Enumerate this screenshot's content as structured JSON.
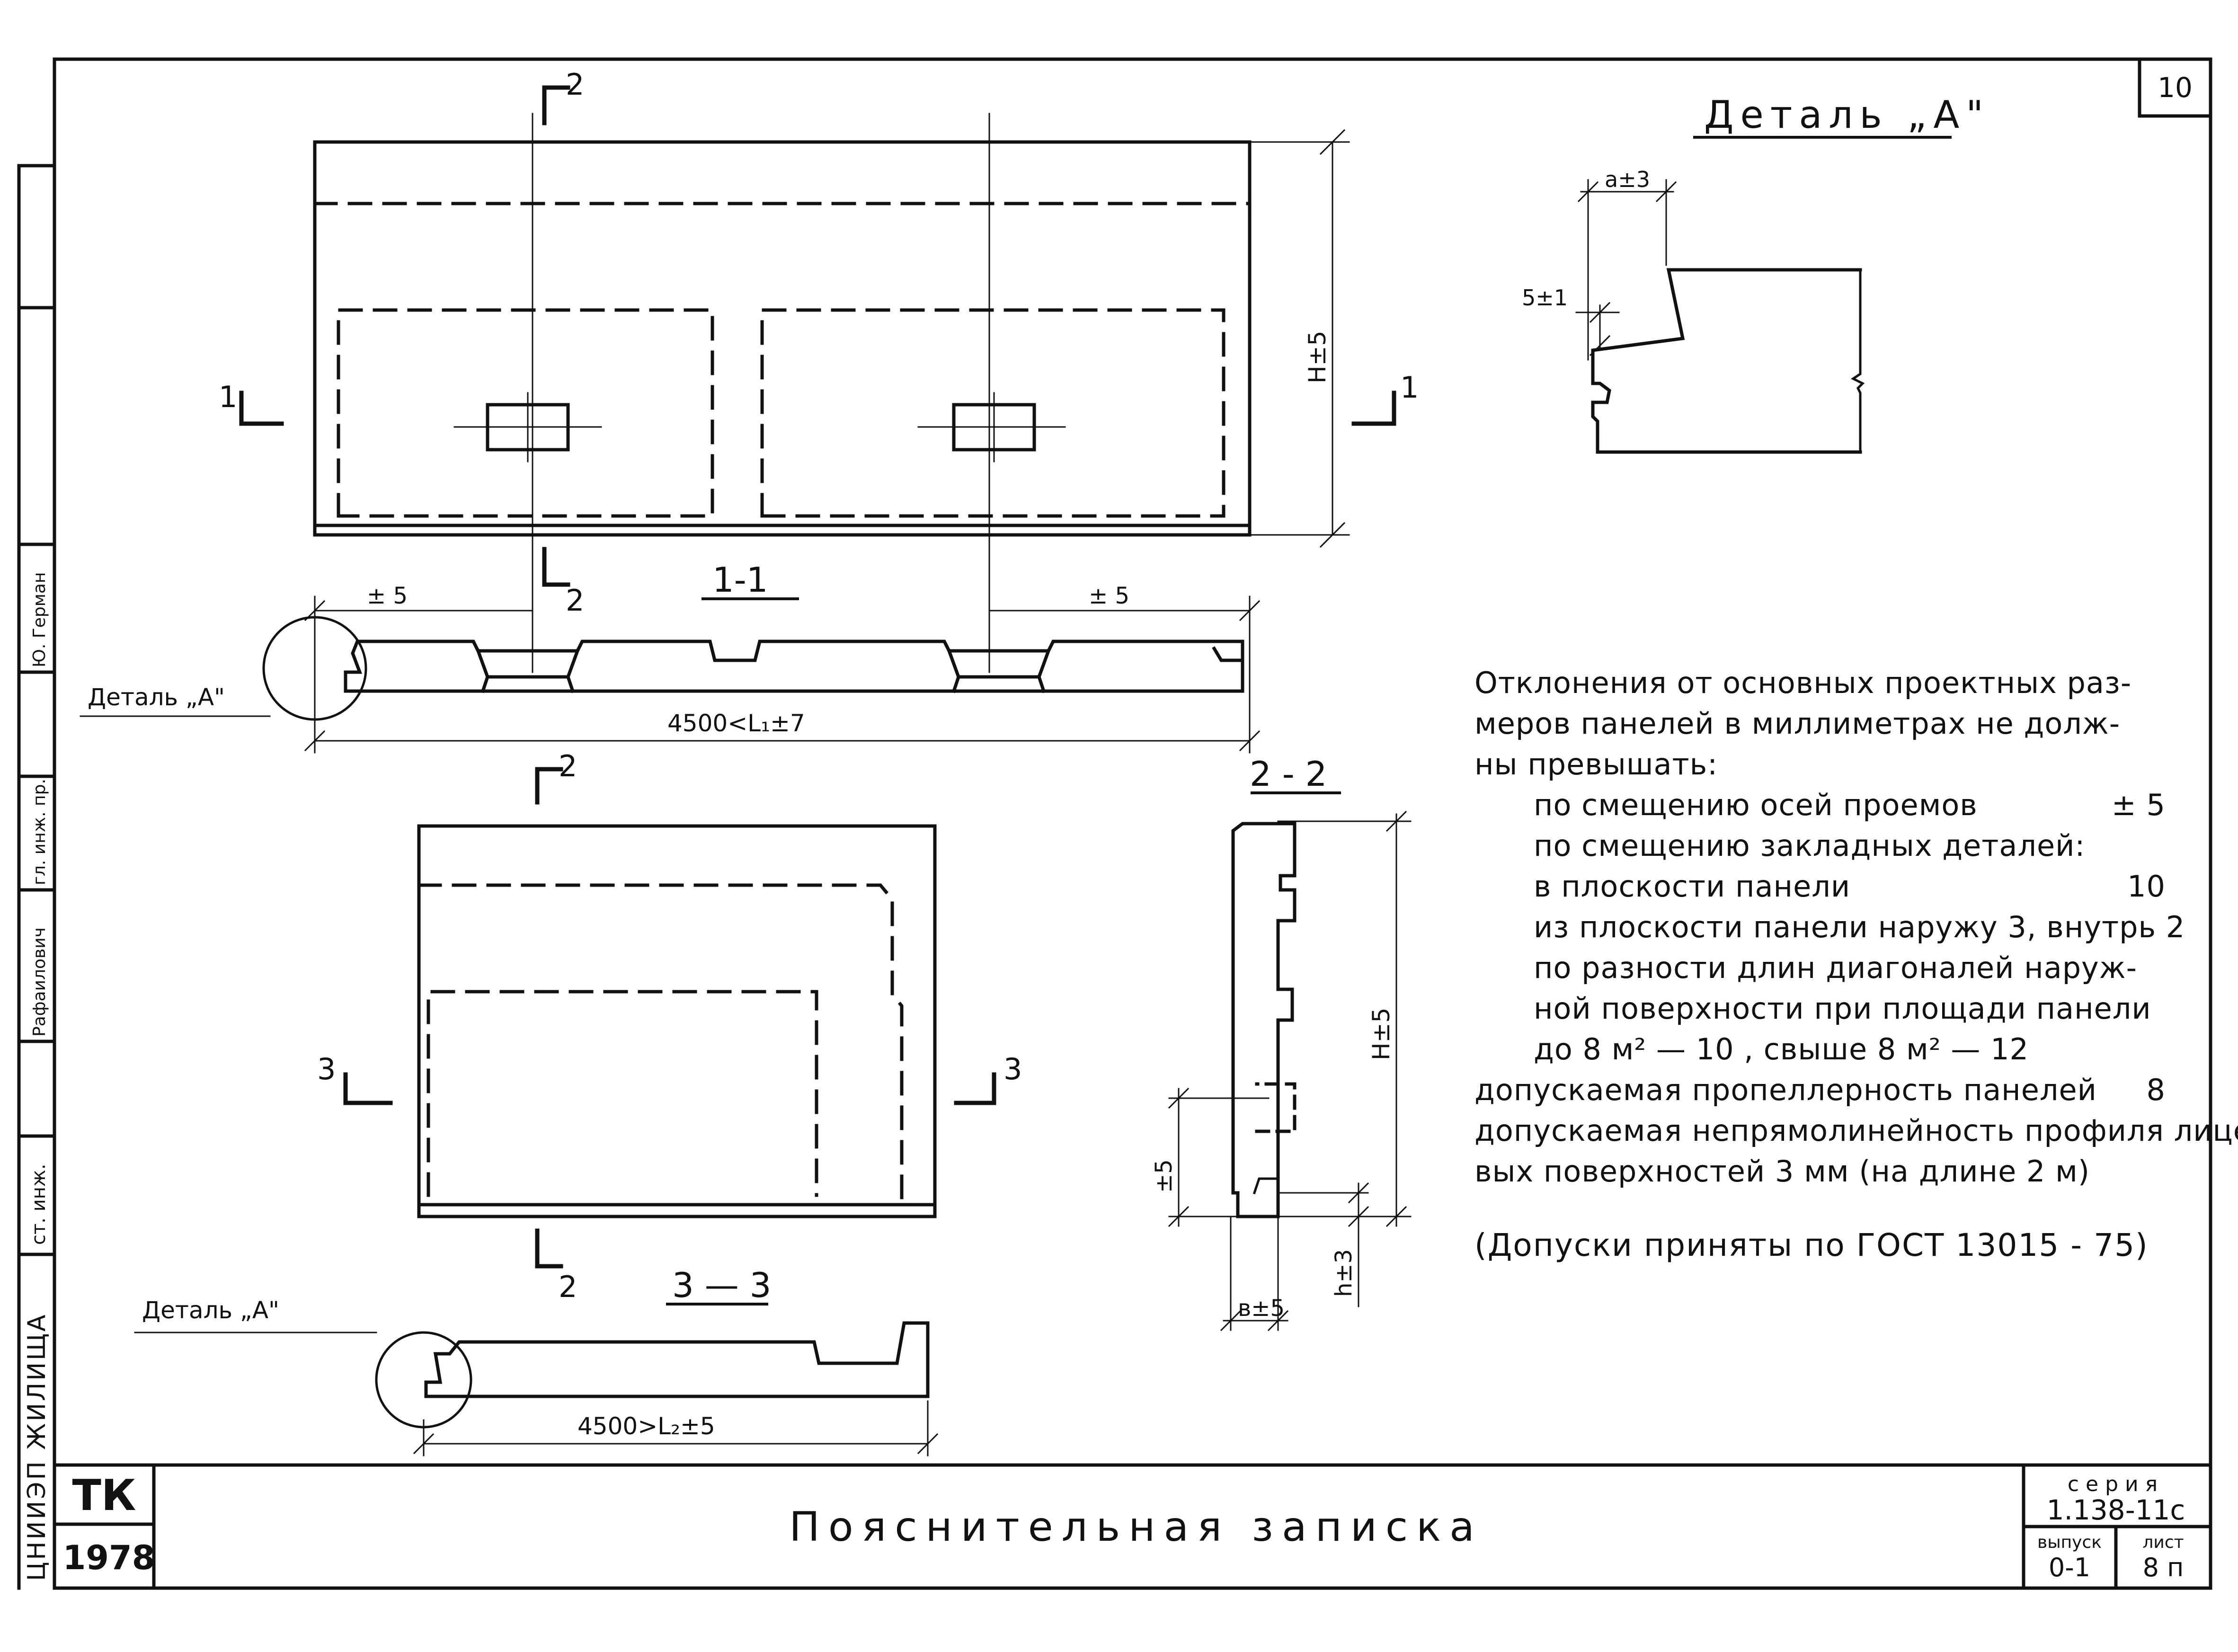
{
  "sheet": {
    "number": "10",
    "title": "Пояснительная записка",
    "tk": "ТК",
    "year": "1978",
    "series_label": "серия",
    "series": "1.138-11с",
    "issue_label": "выпуск",
    "issue": "0-1",
    "sheet_label": "лист",
    "sheet_no": "8 п"
  },
  "left_strip": {
    "org": "ЦНИИЭП ЖИЛИЩА",
    "roles": [
      "ст. инж.",
      "гл. инж. пр.",
      "Рафаилович",
      "Ю. Герман"
    ]
  },
  "detail_a": {
    "title": "Деталь „А\"",
    "dim_a": "a±3",
    "dim_5": "5±1"
  },
  "drawing_labels": {
    "sec_2_top": "2",
    "sec_2_bottom": "2",
    "sec_1_left": "1",
    "sec_1_right": "1",
    "dim_h": "H±5",
    "section_1_1": "1-1",
    "tol_left": "± 5",
    "tol_right": "± 5",
    "detail_ref_1": "Деталь „А\"",
    "length_1": "4500<L₁±7",
    "sec_2_top_b": "2",
    "sec_2_bottom_b": "2",
    "sec_3_left": "3",
    "sec_3_right": "3",
    "section_2_2": "2 - 2",
    "dim_h_2": "H±5",
    "tol_2": "±5",
    "dim_h_small": "h±3",
    "dim_b": "в±5",
    "section_3_3": "3 — 3",
    "detail_ref_2": "Деталь „А\"",
    "length_2": "4500>L₂±5"
  },
  "notes": {
    "intro": [
      "Отклонения от основных проектных раз-",
      "меров панелей в миллиметрах не долж-",
      "ны превышать:"
    ],
    "items": [
      {
        "text": "по смещению осей проемов",
        "value": "± 5",
        "indent": true
      },
      {
        "text": "по смещению закладных деталей:",
        "value": "",
        "indent": true
      },
      {
        "text": "в плоскости панели",
        "value": "10",
        "indent": true
      },
      {
        "text": "из плоскости панели наружу 3, внутрь 2",
        "value": "",
        "indent": true
      },
      {
        "text": "по разности длин диагоналей наруж-",
        "value": "",
        "indent": true
      },
      {
        "text": "ной поверхности при площади панели",
        "value": "",
        "indent": true
      },
      {
        "text": "до 8 м² — 10 , свыше 8 м² — 12",
        "value": "",
        "indent": true
      },
      {
        "text": "допускаемая пропеллерность панелей",
        "value": "8",
        "indent": false
      },
      {
        "text": "допускаемая непрямолинейность профиля лице-",
        "value": "",
        "indent": false
      },
      {
        "text": "вых поверхностей 3 мм (на длине 2 м)",
        "value": "",
        "indent": false
      }
    ],
    "gost_note": "(Допуски приняты по ГОСТ 13015 - 75)"
  },
  "colors": {
    "ink": "#111111",
    "paper": "#ffffff"
  }
}
